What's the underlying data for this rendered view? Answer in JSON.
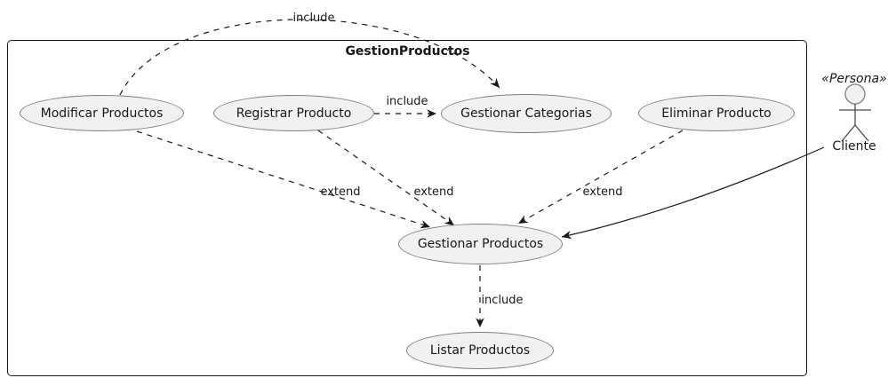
{
  "diagram": {
    "type": "uml-use-case",
    "frame_title": "GestionProductos",
    "actor": {
      "stereotype": "«Persona»",
      "name": "Cliente"
    },
    "use_cases": [
      {
        "label": "Modificar Productos"
      },
      {
        "label": "Registrar Producto"
      },
      {
        "label": "Gestionar Categorias"
      },
      {
        "label": "Eliminar Producto"
      },
      {
        "label": "Gestionar Productos"
      },
      {
        "label": "Listar Productos"
      }
    ],
    "edges": [
      {
        "from": "Modificar Productos",
        "to": "Gestionar Categorias",
        "label": "include",
        "style": "dashed"
      },
      {
        "from": "Registrar Producto",
        "to": "Gestionar Categorias",
        "label": "include",
        "style": "dashed"
      },
      {
        "from": "Modificar Productos",
        "to": "Gestionar Productos",
        "label": "extend",
        "style": "dashed"
      },
      {
        "from": "Registrar Producto",
        "to": "Gestionar Productos",
        "label": "extend",
        "style": "dashed"
      },
      {
        "from": "Eliminar Producto",
        "to": "Gestionar Productos",
        "label": "extend",
        "style": "dashed"
      },
      {
        "from": "Cliente",
        "to": "Gestionar Productos",
        "label": "",
        "style": "solid"
      },
      {
        "from": "Gestionar Productos",
        "to": "Listar Productos",
        "label": "include",
        "style": "dashed"
      }
    ],
    "colors": {
      "background": "#ffffff",
      "node_fill": "#f1f1f1",
      "node_border": "#7f7f7f",
      "line": "#181818",
      "text": "#181818"
    }
  }
}
